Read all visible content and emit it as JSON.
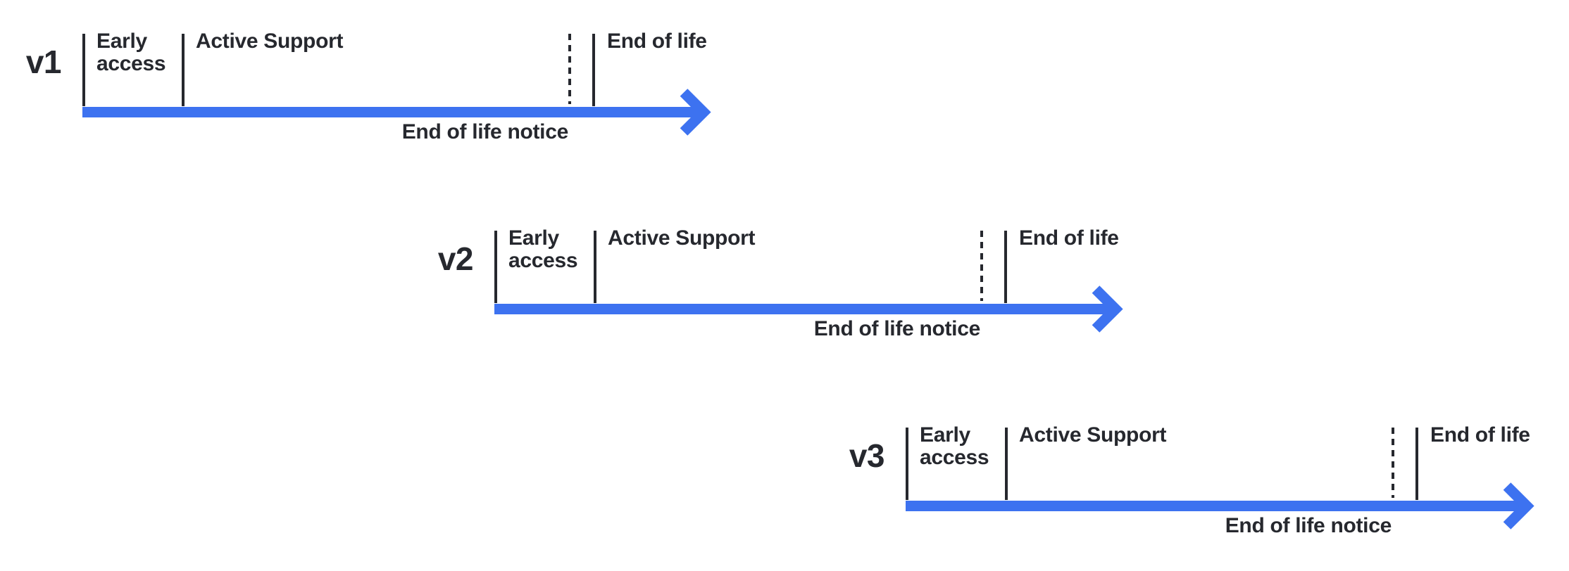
{
  "diagram": {
    "type": "version-lifecycle-timelines",
    "colors": {
      "accent_blue": "#3D72F0",
      "text_dark": "#26282E",
      "background": "#FFFFFF"
    },
    "rows": [
      {
        "version": "v1",
        "early_access": "Early access",
        "active_support": "Active Support",
        "end_of_life": "End of life",
        "end_of_life_notice": "End of life notice"
      },
      {
        "version": "v2",
        "early_access": "Early access",
        "active_support": "Active Support",
        "end_of_life": "End of life",
        "end_of_life_notice": "End of life notice"
      },
      {
        "version": "v3",
        "early_access": "Early access",
        "active_support": "Active Support",
        "end_of_life": "End of life",
        "end_of_life_notice": "End of life notice"
      }
    ]
  }
}
